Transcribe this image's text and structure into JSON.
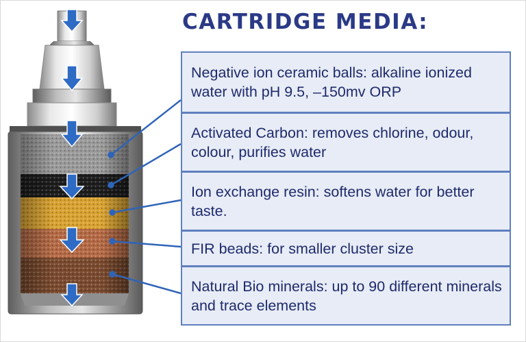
{
  "title": "CARTRIDGE MEDIA:",
  "media": [
    {
      "label": "Negative ion ceramic balls: alkaline ionized water with pH 9.5, –150mv ORP"
    },
    {
      "label": "Activated Carbon: removes chlorine, odour, colour, purifies water"
    },
    {
      "label": "Ion exchange resin: softens water for better taste."
    },
    {
      "label": "FIR beads: for smaller cluster size"
    },
    {
      "label": "Natural Bio minerals: up to 90 different minerals and trace elements"
    }
  ],
  "colors": {
    "title": "#2b3a86",
    "box_fill": "#e7ecf6",
    "box_border": "#5f7fbf",
    "leader_line": "#2f64b8",
    "flow_arrow": "#2e6bc4",
    "ceramic_layer": "#9a9a9a",
    "carbon_layer": "#1c1c1c",
    "resin_layer": "#d9a230",
    "fir_layer": "#b56a45",
    "mineral_layer": "#7a4a2e"
  },
  "icons": [
    "flow-arrow-down-icon",
    "cartridge-illustration"
  ]
}
